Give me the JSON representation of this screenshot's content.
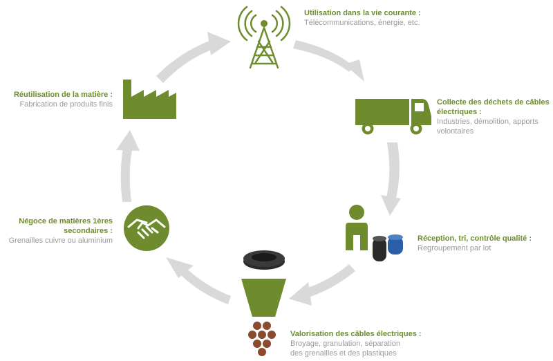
{
  "colors": {
    "accent": "#6e8c2d",
    "arrow": "#d9d9d9",
    "desc_text": "#9a9a9a",
    "cable_dark": "#2a2a2a",
    "cable_blue": "#2a5fa8",
    "granule": "#8a4b2e"
  },
  "steps": [
    {
      "icon": "antenna-icon",
      "title": "Utilisation dans la vie courante :",
      "desc_lines": [
        "Télécommunications, énergie, etc."
      ]
    },
    {
      "icon": "truck-icon",
      "title": "Collecte des déchets de câbles électriques :",
      "title_lines": [
        "Collecte des déchets de câbles",
        "électriques :"
      ],
      "desc_lines": [
        "Industries, démolition, apports",
        "volontaires"
      ]
    },
    {
      "icon": "worker-cables-icon",
      "title": "Réception, tri, contrôle qualité :",
      "desc_lines": [
        "Regroupement par lot"
      ]
    },
    {
      "icon": "funnel-icon",
      "title": "Valorisation des câbles électriques :",
      "desc_lines": [
        "Broyage, granulation, séparation",
        "des grenailles et des plastiques"
      ]
    },
    {
      "icon": "handshake-icon",
      "title": "Négoce de matières 1ères secondaires :",
      "title_lines": [
        "Négoce de matières 1ères",
        "secondaires :"
      ],
      "desc_lines": [
        "Grenailles cuivre ou aluminium"
      ]
    },
    {
      "icon": "factory-icon",
      "title": "Réutilisation de la matière :",
      "desc_lines": [
        "Fabrication de produits finis"
      ]
    }
  ]
}
